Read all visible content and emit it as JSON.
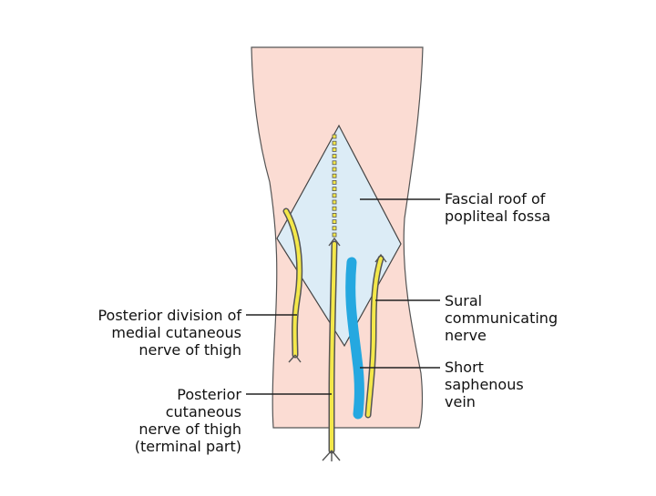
{
  "colors": {
    "skin": "#fbdcd3",
    "skin_outline": "#555555",
    "fascia_fill": "#dcecf6",
    "fascia_outline": "#444444",
    "nerve": "#f4e84a",
    "nerve_outline": "#555555",
    "vein": "#25a8e0",
    "leader": "#222222"
  },
  "labels": {
    "fascial_roof": [
      "Fascial roof of",
      "popliteal fossa"
    ],
    "medial_cutaneous": [
      "Posterior division of",
      "medial cutaneous",
      "nerve of thigh"
    ],
    "posterior_cutaneous": [
      "Posterior",
      "cutaneous",
      "nerve of thigh",
      "(terminal part)"
    ],
    "sural": [
      "Sural",
      "communicating",
      "nerve"
    ],
    "saphenous": [
      "Short",
      "saphenous",
      "vein"
    ]
  }
}
